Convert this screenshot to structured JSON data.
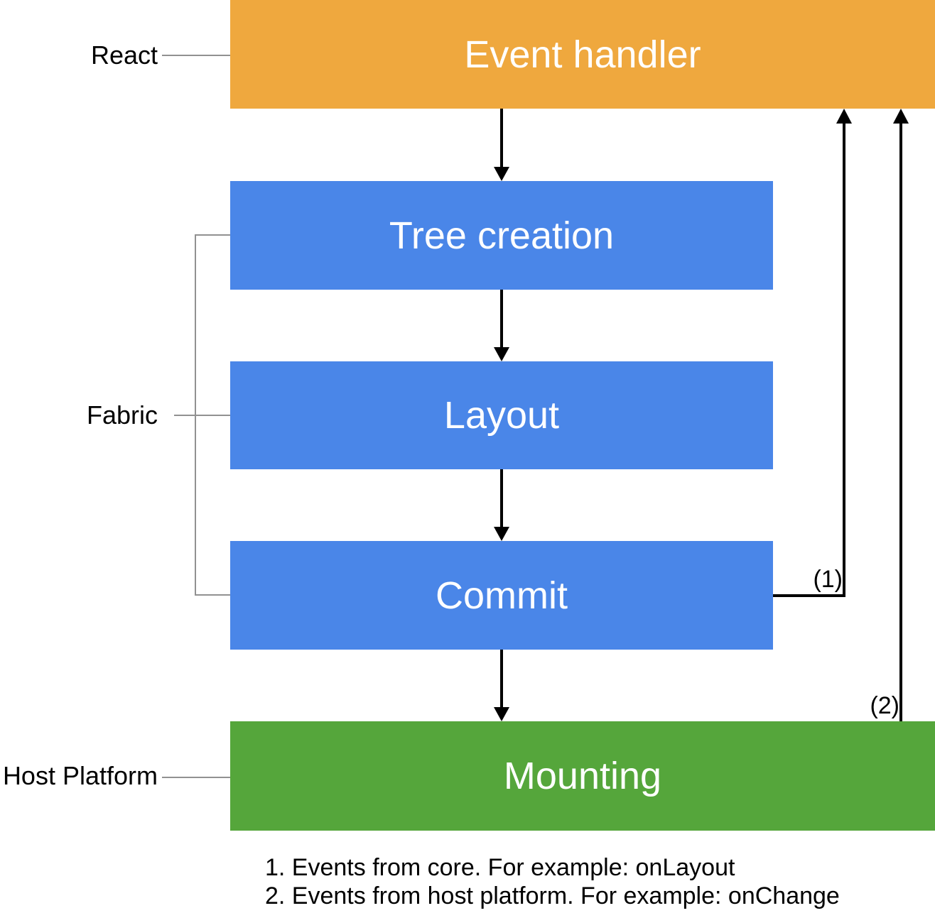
{
  "colors": {
    "event_handler_box": "#EFA83E",
    "fabric_boxes": "#4A86E8",
    "mounting_box": "#55A63B",
    "arrow": "#000000",
    "label_connector": "#919191",
    "box_text": "#FFFFFF"
  },
  "boxes": {
    "event_handler": "Event handler",
    "tree_creation": "Tree creation",
    "layout": "Layout",
    "commit": "Commit",
    "mounting": "Mounting"
  },
  "side_labels": {
    "react": "React",
    "fabric": "Fabric",
    "host_platform": "Host Platform"
  },
  "arrow_labels": {
    "one": "(1)",
    "two": "(2)"
  },
  "footnotes": {
    "line1": "1. Events from core. For example: onLayout",
    "line2": "2. Events from host platform. For example: onChange"
  }
}
